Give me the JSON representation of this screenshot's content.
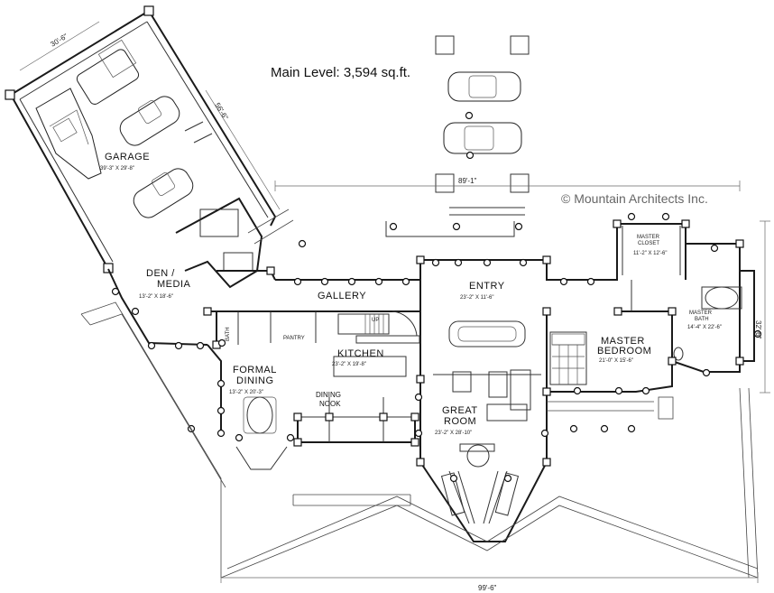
{
  "title": "Main Level: 3,594 sq.ft.",
  "copyright": "© Mountain Architects Inc.",
  "dimensions": {
    "garage_width": "30'-6\"",
    "garage_depth": "56'-6\"",
    "top_width": "89'-1\"",
    "bottom_width": "99'-6\"",
    "right_depth": "32'-6\""
  },
  "rooms": {
    "garage": {
      "name": "GARAGE",
      "size": "39'-3\" X 29'-8\""
    },
    "den": {
      "name": "DEN / MEDIA",
      "name_line1": "DEN /",
      "name_line2": "MEDIA",
      "size": "13'-2\" X 18'-6\""
    },
    "gallery": {
      "name": "GALLERY"
    },
    "entry": {
      "name": "ENTRY",
      "size": "23'-2\" X 11'-6\""
    },
    "master_closet": {
      "name_line1": "MASTER",
      "name_line2": "CLOSET",
      "size": "11'-2\" X 12'-6\""
    },
    "master_bath": {
      "name_line1": "MASTER",
      "name_line2": "BATH",
      "size": "14'-4\" X 22'-6\""
    },
    "master_bedroom": {
      "name_line1": "MASTER",
      "name_line2": "BEDROOM",
      "size": "21'-0\" X 15'-6\""
    },
    "kitchen": {
      "name": "KITCHEN",
      "size": "23'-2\" X 19'-8\""
    },
    "pantry": {
      "name": "PANTRY"
    },
    "bath": {
      "name": "BATH"
    },
    "up": {
      "name": "UP"
    },
    "formal_dining": {
      "name_line1": "FORMAL",
      "name_line2": "DINING",
      "size": "13'-2\" X 20'-3\""
    },
    "dining_nook": {
      "name_line1": "DINING",
      "name_line2": "NOOK"
    },
    "great_room": {
      "name_line1": "GREAT",
      "name_line2": "ROOM",
      "size": "23'-2\" X 28'-10\""
    }
  }
}
